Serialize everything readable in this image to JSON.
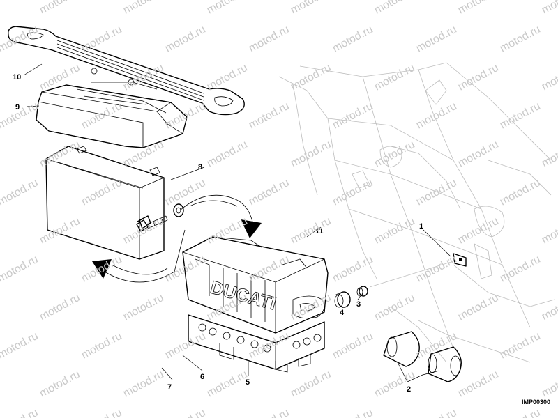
{
  "watermark": {
    "text": "motod.ru",
    "color": "#c9c9c9"
  },
  "drawing_code": "IMP00300",
  "callouts": [
    {
      "id": "callout-1",
      "label": "1",
      "part": "bracket-clip"
    },
    {
      "id": "callout-2",
      "label": "2",
      "part": "rubber-sleeves"
    },
    {
      "id": "callout-3",
      "label": "3",
      "part": "small-bushing"
    },
    {
      "id": "callout-4",
      "label": "4",
      "part": "rubber-grommet"
    },
    {
      "id": "callout-5",
      "label": "5",
      "part": "battery-box-base"
    },
    {
      "id": "callout-6",
      "label": "6",
      "part": "washer"
    },
    {
      "id": "callout-7",
      "label": "7",
      "part": "bolt"
    },
    {
      "id": "callout-8",
      "label": "8",
      "part": "battery"
    },
    {
      "id": "callout-9",
      "label": "9",
      "part": "battery-cover"
    },
    {
      "id": "callout-10",
      "label": "10",
      "part": "retaining-strap"
    },
    {
      "id": "callout-11",
      "label": "11",
      "part": "battery-box"
    }
  ],
  "box_lettering": "DUCATI"
}
